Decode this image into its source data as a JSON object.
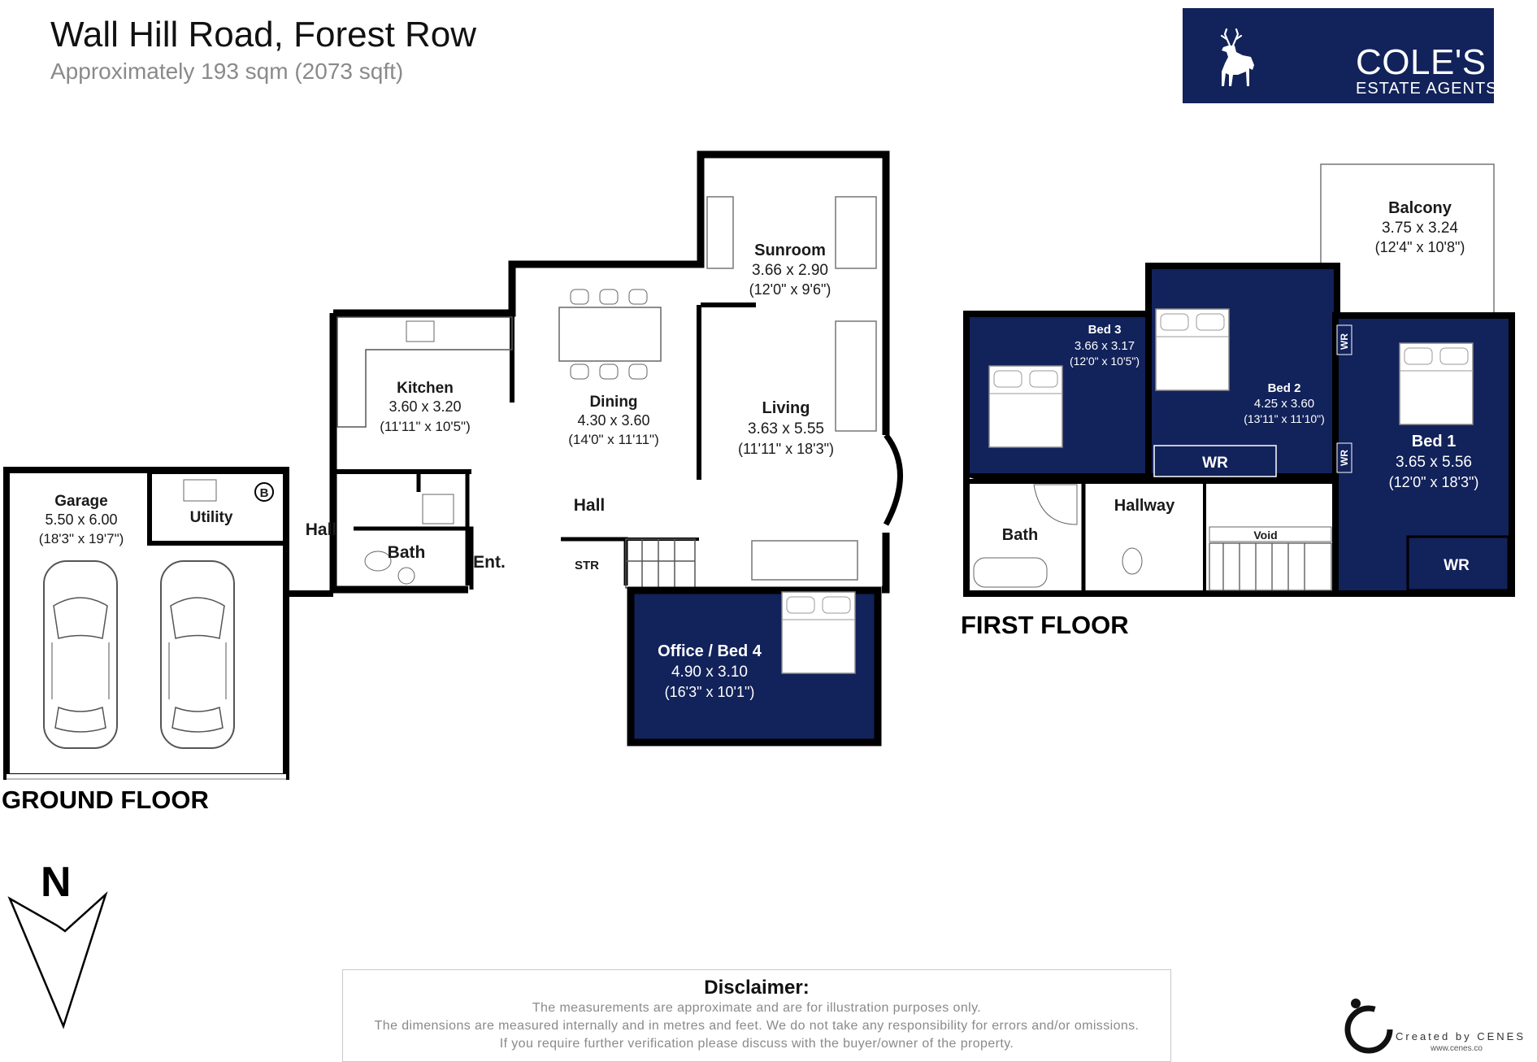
{
  "header": {
    "title": "Wall Hill Road, Forest Row",
    "area": "Approximately 193 sqm (2073 sqft)"
  },
  "logo": {
    "brand": "COLE'S",
    "tagline": "ESTATE AGENTS",
    "icon": "stag-icon"
  },
  "colors": {
    "accent": "#12225a",
    "wall": "#000000",
    "fill_dark": "#12225a"
  },
  "floors": {
    "ground": {
      "label": "GROUND FLOOR",
      "rooms": {
        "garage": {
          "name": "Garage",
          "metric": "5.50 x 6.00",
          "imperial": "(18'3\" x 19'7\")"
        },
        "utility": {
          "name": "Utility",
          "boiler": "B"
        },
        "hall_west": {
          "name": "Hall"
        },
        "kitchen": {
          "name": "Kitchen",
          "metric": "3.60 x 3.20",
          "imperial": "(11'11\" x 10'5\")"
        },
        "bath": {
          "name": "Bath"
        },
        "entrance": {
          "name": "Ent."
        },
        "dining": {
          "name": "Dining",
          "metric": "4.30 x 3.60",
          "imperial": "(14'0\" x 11'11\")"
        },
        "hall": {
          "name": "Hall"
        },
        "store": {
          "name": "STR"
        },
        "sunroom": {
          "name": "Sunroom",
          "metric": "3.66 x 2.90",
          "imperial": "(12'0\" x 9'6\")"
        },
        "living": {
          "name": "Living",
          "metric": "3.63 x 5.55",
          "imperial": "(11'11\" x 18'3\")"
        },
        "office": {
          "name": "Office / Bed 4",
          "metric": "4.90 x 3.10",
          "imperial": "(16'3\" x 10'1\")"
        }
      }
    },
    "first": {
      "label": "FIRST FLOOR",
      "rooms": {
        "balcony": {
          "name": "Balcony",
          "metric": "3.75 x 3.24",
          "imperial": "(12'4\" x 10'8\")"
        },
        "bed3": {
          "name": "Bed 3",
          "metric": "3.66 x 3.17",
          "imperial": "(12'0\" x 10'5\")"
        },
        "bed2": {
          "name": "Bed 2",
          "metric": "4.25 x 3.60",
          "imperial": "(13'11\" x 11'10\")"
        },
        "bed1": {
          "name": "Bed 1",
          "metric": "3.65 x 5.56",
          "imperial": "(12'0\" x 18'3\")"
        },
        "wr_bed2": {
          "name": "WR"
        },
        "wr_bed1_small_a": {
          "name": "WR"
        },
        "wr_bed1_small_b": {
          "name": "WR"
        },
        "wr_bed1": {
          "name": "WR"
        },
        "bath": {
          "name": "Bath"
        },
        "hallway": {
          "name": "Hallway"
        },
        "void": {
          "name": "Void"
        }
      }
    }
  },
  "compass": {
    "label": "N"
  },
  "disclaimer": {
    "heading": "Disclaimer:",
    "lines": [
      "The measurements are approximate and are for illustration purposes only.",
      "The dimensions are measured internally and in metres and feet. We do not take any responsibility for errors and/or omissions.",
      "If you require further verification please discuss with the buyer/owner of the property."
    ]
  },
  "credit": {
    "text": "Created by CENES",
    "url": "www.cenes.co"
  }
}
